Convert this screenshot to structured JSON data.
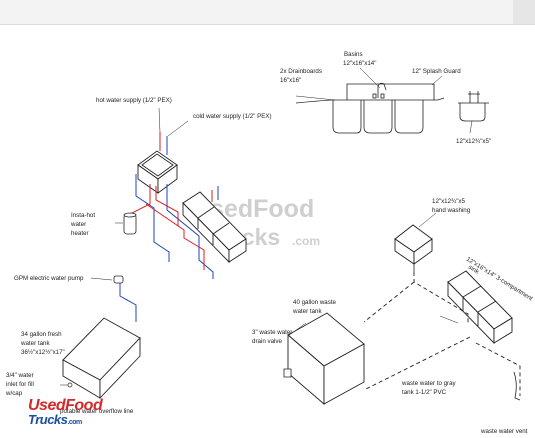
{
  "labels": {
    "hot_supply": "hot water supply (1/2\" PEX)",
    "cold_supply": "cold water supply (1/2\" PEX)",
    "heater_1": "Insta-hot",
    "heater_2": "water",
    "heater_3": "heater",
    "pump": "GPM electric water pump",
    "fresh_1": "34 gallon fresh",
    "fresh_2": "water tank",
    "fresh_3": "36½\"x12½\"x17\"",
    "inlet_1": "3/4\" water",
    "inlet_2": "inlet for fill",
    "inlet_3": "w/cap",
    "overflow": "potable water overflow line",
    "basins": "Basins",
    "basins_dims": "12\"x16\"x14\"",
    "drainboards": "2x Drainboards",
    "drainboards_dims": "16\"x16\"",
    "splash": "12\" Splash Guard",
    "handsink_dims": "12\"x12¾\"x5\"",
    "hand_1": "12\"x12¾\"x5",
    "hand_2": "hand washing",
    "three_comp_1": "12\"x16\"x14\" 3-compartment",
    "three_comp_2": "sink",
    "waste_tank_1": "40 gallon waste",
    "waste_tank_2": "water tank",
    "drain_1": "3\" waste water",
    "drain_2": "drain valve",
    "gray_1": "waste water to gray",
    "gray_2": "tank 1-1/2\" PVC",
    "vent": "waste water vent"
  },
  "watermark": {
    "line1": "UsedFood",
    "line2": "Trucks",
    "suffix": ".com"
  },
  "brand": {
    "line1": "UsedFood",
    "line2": "Trucks",
    "suffix": ".com"
  },
  "colors": {
    "hot_line": "#d62020",
    "cold_line": "#2244bb",
    "brand_red": "#d32b2b",
    "brand_blue": "#1b4e9b"
  }
}
